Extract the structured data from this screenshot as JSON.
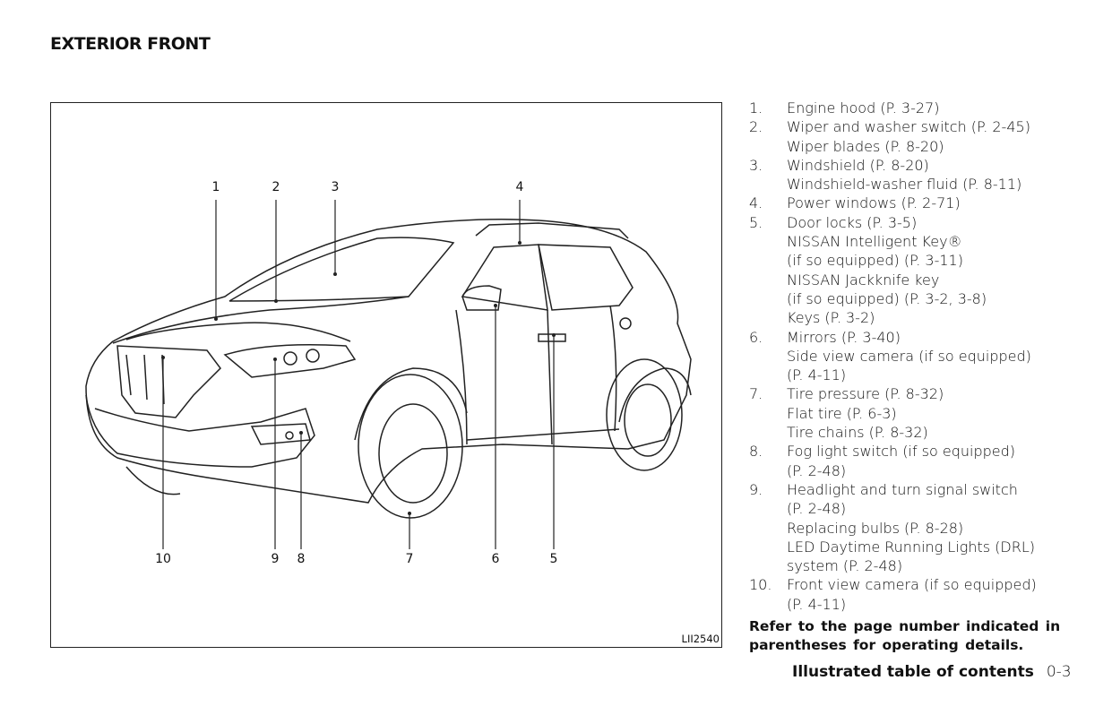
{
  "title": "EXTERIOR FRONT",
  "figure": {
    "code": "LII2540",
    "callouts": [
      "1",
      "2",
      "3",
      "4",
      "5",
      "6",
      "7",
      "8",
      "9",
      "10"
    ]
  },
  "items": [
    {
      "num": "1.",
      "lines": [
        "Engine hood (P. 3-27)"
      ]
    },
    {
      "num": "2.",
      "lines": [
        "Wiper and washer switch (P. 2-45)",
        "Wiper blades (P. 8-20)"
      ]
    },
    {
      "num": "3.",
      "lines": [
        "Windshield (P. 8-20)",
        "Windshield-washer fluid (P. 8-11)"
      ]
    },
    {
      "num": "4.",
      "lines": [
        "Power windows (P. 2-71)"
      ]
    },
    {
      "num": "5.",
      "lines": [
        "Door locks (P. 3-5)",
        "NISSAN Intelligent Key®",
        "(if so equipped) (P. 3-11)",
        "NISSAN Jackknife key",
        "(if so equipped) (P. 3-2, 3-8)",
        "Keys (P. 3-2)"
      ]
    },
    {
      "num": "6.",
      "lines": [
        "Mirrors (P. 3-40)",
        "Side view camera (if so equipped)",
        "(P. 4-11)"
      ]
    },
    {
      "num": "7.",
      "lines": [
        "Tire pressure (P. 8-32)",
        "Flat tire (P. 6-3)",
        "Tire chains (P. 8-32)"
      ]
    },
    {
      "num": "8.",
      "lines": [
        "Fog light switch (if so equipped)",
        "(P. 2-48)"
      ]
    },
    {
      "num": "9.",
      "lines": [
        "Headlight and turn signal switch",
        "(P. 2-48)",
        "Replacing bulbs (P. 8-28)",
        "LED Daytime Running Lights (DRL)",
        "system (P. 2-48)"
      ]
    },
    {
      "num": "10.",
      "lines": [
        "Front view camera (if so equipped)",
        "(P. 4-11)"
      ]
    }
  ],
  "note": [
    "Refer to the page number indicated in",
    "parentheses for operating details."
  ],
  "footer": {
    "section": "Illustrated table of contents",
    "page": "0-3"
  }
}
